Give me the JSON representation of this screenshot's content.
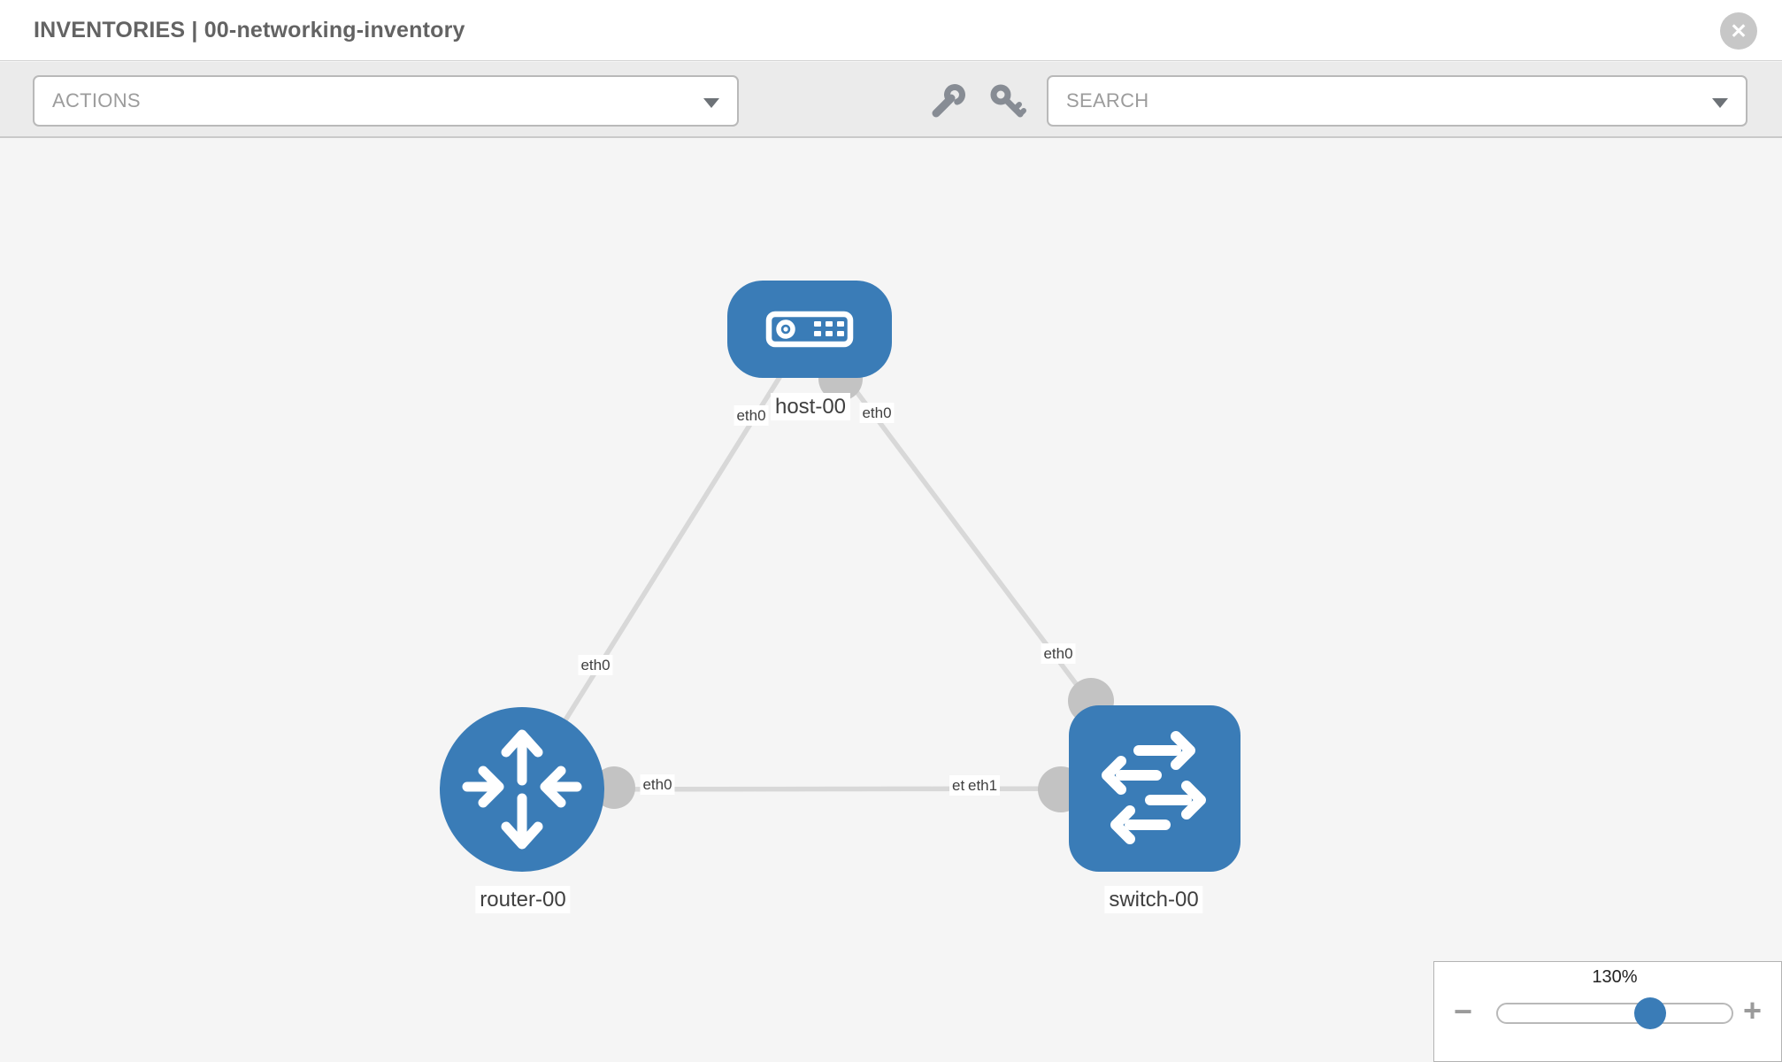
{
  "header": {
    "title": "INVENTORIES | 00-networking-inventory",
    "close_glyph": "✕"
  },
  "toolbar": {
    "actions_label": "ACTIONS",
    "search_label": "SEARCH",
    "icons": [
      "wrench-icon",
      "key-icon"
    ]
  },
  "topology": {
    "nodes": [
      {
        "label": "host-00",
        "type": "host"
      },
      {
        "label": "router-00",
        "type": "router"
      },
      {
        "label": "switch-00",
        "type": "switch"
      }
    ],
    "edges": [
      {
        "source": "host-00",
        "target": "router-00",
        "source_label": "eth0",
        "target_label": "eth0"
      },
      {
        "source": "host-00",
        "target": "switch-00",
        "source_label": "eth0",
        "target_label": "eth0"
      },
      {
        "source": "router-00",
        "target": "switch-00",
        "source_label": "eth0",
        "target_label": "eth1",
        "target_label_overlap": "eth1"
      }
    ]
  },
  "zoom_control": {
    "value": "130%",
    "percent": 64,
    "minus": "−",
    "plus": "+"
  },
  "colors": {
    "node_blue": "#3a7cb7",
    "edge_gray": "#d8d8d8",
    "port_gray": "#c3c3c3"
  }
}
